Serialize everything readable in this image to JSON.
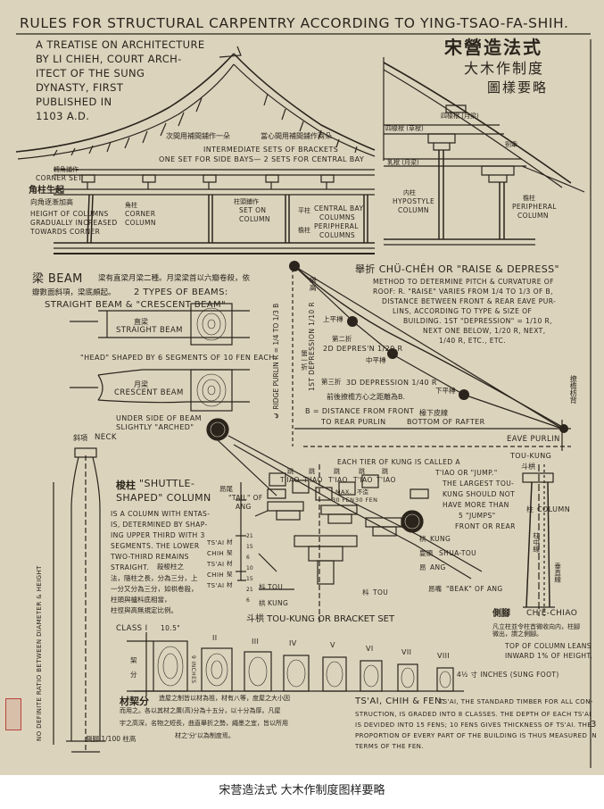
{
  "plate": {
    "title": "RULES FOR STRUCTURAL CARPENTRY ACCORDING TO YING-TSAO-FA-SHIH.",
    "intro": [
      "A TREATISE ON ARCHITECTURE",
      "BY LI CHIEH, COURT ARCH-",
      "ITECT OF THE SUNG",
      "DYNASTY, FIRST",
      "PUBLISHED IN",
      "1103 A.D."
    ],
    "chinese_title": [
      "宋營造法式",
      "大木作制度",
      "圖樣要略"
    ],
    "page_number": "3",
    "seal_text": "梁思成"
  },
  "elevation": {
    "bracket_cn_1": "次間用補間鋪作一朵",
    "bracket_cn_2": "當心間用補間鋪作兩朵",
    "intermediate_sets": "INTERMEDIATE SETS OF BRACKETS",
    "one_two_sets": "ONE SET FOR SIDE BAYS— 2 SETS FOR CENTRAL BAY",
    "corner_column_cn": "轉角鋪作",
    "corner_set": "CORNER SET",
    "jiaozhu_cn": "角柱生起",
    "jiaozhu_cn2": "向角逐漸加高",
    "column_height_note": [
      "HEIGHT OF COLUMNS",
      "GRADUALLY INCREASED",
      "TOWARDS CORNER"
    ],
    "corner_column": [
      "角柱",
      "CORNER",
      "COLUMN"
    ],
    "column_set_cn": "柱頭鋪作",
    "set_on_column": [
      "SET ON",
      "COLUMN"
    ],
    "central_bay": "CENTRAL BAY",
    "columns": "COLUMNS",
    "peripheral": "PERIPHERAL",
    "pingzhu_cn": "平柱",
    "yanzhu_cn": "檐柱"
  },
  "section": {
    "label_1": "四椽栿 (月梁)",
    "label_2": "四椽栿 (草栿)",
    "label_3": "乳栿 (月梁)",
    "label_4": "劄牽",
    "hypostyle": [
      "内柱",
      "HYPOSTYLE",
      "COLUMN"
    ],
    "peripheral": [
      "檐柱",
      "PERIPHERAL",
      "COLUMN"
    ]
  },
  "beam": {
    "heading": "梁 BEAM",
    "cn_note": "梁有直梁月梁二種。月梁梁首以六瓣卷殺，依",
    "cn_note2": "瓣數面斜項，梁底頗起。",
    "two_types": "2 TYPES OF BEAMS:",
    "types_line": "STRAIGHT BEAM & \"CRESCENT BEAM\"",
    "straight_cn": "直梁",
    "straight_beam": "STRAIGHT BEAM",
    "head_note": "\"HEAD\" SHAPED BY 6 SEGMENTS OF 10 FEN EACH.",
    "crescent_cn": "月梁",
    "crescent_beam": "CRESCENT BEAM",
    "underside": "UNDER SIDE OF BEAM",
    "arched": "SLIGHTLY \"ARCHED\"",
    "neck_cn": "斜項",
    "neck": "NECK"
  },
  "raise": {
    "heading": "舉折 CHÜ-CHÊH OR \"RAISE & DEPRESS\"",
    "method": [
      "METHOD TO DETERMINE PITCH & CURVATURE OF",
      "ROOF: R. \"RAISE\" VARIES FROM 1/4 TO 1/3 OF B,",
      "DISTANCE BETWEEN FRONT & REAR EAVE PUR-",
      "LINS, ACCORDING TO TYPE & SIZE OF",
      "BUILDING. 1ST \"DEPRESSION\" = 1/10 R,",
      "NEXT ONE BELOW, 1/20 R, NEXT,",
      "1/40 R, ETC., ETC."
    ],
    "ridge_purlin": "℄ RIDGE PURLIN R = 1/4 TO 1/3 B",
    "ridge_cn": "舉高",
    "first_dep_cn": "第一折",
    "first_dep": "1ST DEPRESSION 1/10 R",
    "shang_ping": "上平槫",
    "second_cn": "第二折",
    "second_dep": "2D DEPRES'N 1/20 R",
    "zhong_ping": "中平槫",
    "third_cn": "第三折",
    "third_dep": "3D DEPRESSION 1/40 R",
    "xia_ping": "下平槫",
    "front_rear_cn": "前後撩檐方心之距離為B.",
    "b_distance": "B = DISTANCE FROM FRONT",
    "b_distance2": "TO REAR PURLIN",
    "rafter_cn": "椽下皮線",
    "rafter": "BOTTOM OF RAFTER",
    "eave_cn": "撩檐枋背",
    "eave_purlin": "EAVE PURLIN"
  },
  "column": {
    "heading_cn": "梭柱",
    "heading": "\"SHUTTLE-",
    "heading2": "SHAPED\" COLUMN",
    "desc": [
      "IS A COLUMN WITH ENTAS-",
      "IS, DETERMINED BY SHAP-",
      "ING UPPER THIRD WITH 3",
      "SEGMENTS. THE LOWER",
      "TWO-THIRD REMAINS",
      "STRAIGHT."
    ],
    "cn_desc": [
      "殺梭柱之",
      "法，隨柱之長，分為三分，上",
      "一分又分為三分，如栱卷殺，",
      "柱頭與櫨枓底相當，",
      "柱徑與高無規定比例。"
    ],
    "vertical_note": "NO DEFINITE RATIO BETWEEN DIAMETER & HEIGHT",
    "base_cn": "側腳 1/100 柱高",
    "side_cn": "側腳",
    "chejiao": "CH'Ê-CHIAO",
    "chejiao_cn": "凡立柱並令柱首微收向内，柱腳微出，謂之側腳。",
    "lean_note": [
      "TOP OF COLUMN LEANS",
      "INWARD 1% OF HEIGHT."
    ],
    "zhu_cn": "柱",
    "column_label": "COLUMN",
    "pillar_cn": "柱中線",
    "plumb_cn": "垂直線"
  },
  "kung": {
    "tier_note": [
      "EACH TIER OF KUNG IS CALLED A",
      "T'IAO OR \"JUMP.\"",
      "THE LARGEST TOU-",
      "KUNG SHOULD NOT",
      "HAVE MORE THAN",
      "5 \"JUMPS\"",
      "FRONT OR REAR"
    ],
    "tiao_cn": "跳",
    "tiao": "T'IAO",
    "max": "MAX.",
    "mark_30": "30 FEN",
    "not_cn": "不造",
    "tail_cn": "昂尾",
    "tail": [
      "\"TAIL\" OF",
      "ANG"
    ],
    "kung_cn": "栱",
    "kung": "KUNG",
    "shua_cn": "耍頭",
    "shua_tou": "SHUA-TOU",
    "ang_cn": "昂",
    "ang": "ANG",
    "beak_cn": "昂嘴",
    "beak": "\"BEAK\" OF ANG",
    "tou_cn": "枓",
    "tou": "TOU",
    "set_caption": "斗栱 TOU-KUNG OR BRACKET SET",
    "eave_purlin_top": "TOU-KUNG",
    "tou_kung_cn": "斗栱",
    "fen_marks": [
      "21",
      "15",
      "6",
      "10",
      "15",
      "21",
      "6"
    ],
    "fen_labels": [
      "TS'AI",
      "CHIH",
      "TS'AI",
      "CHIH",
      "TS'AI"
    ],
    "fen_cn": [
      "材",
      "栔",
      "材",
      "栔",
      "材"
    ]
  },
  "tsai": {
    "class_label": "CLASS I",
    "class_1_dim": "10.5\"",
    "numerals": [
      "II",
      "III",
      "IV",
      "V",
      "VI",
      "VII",
      "VIII"
    ],
    "inch_note": "9 INCHES",
    "last_dim": "4½ 寸 INCHES (SUNG FOOT)",
    "cn_heading": "材栔分",
    "cn_text": [
      "造屋之制皆以材為祖，材有八等，度屋之大小因",
      "而用之。各以其材之廣(高)分為十五分，以十分為厚。凡屋",
      "宇之高深，名物之短長，曲直舉折之勢，繩墨之宜，皆以所用",
      "材之'分'以為制度焉。"
    ],
    "heading": "TS'AI, CHIH & FEN:",
    "desc": [
      "TS'AI, THE STANDARD TIMBER FOR ALL CON-",
      "STRUCTION, IS GRADED INTO 8 CLASSES. THE DEPTH OF EACH TS'AI",
      "IS DEVIDED INTO 15 FENS; 10 FENS GIVES THICKNESS OF TS'AI. THE",
      "PROPORTION OF EVERY PART OF THE BUILDING IS THUS MEASURED IN",
      "TERMS OF THE FEN."
    ],
    "side_cn": "栔",
    "fen_cn": "分"
  },
  "footer": {
    "caption": "宋营造法式  大木作制度图样要略"
  }
}
